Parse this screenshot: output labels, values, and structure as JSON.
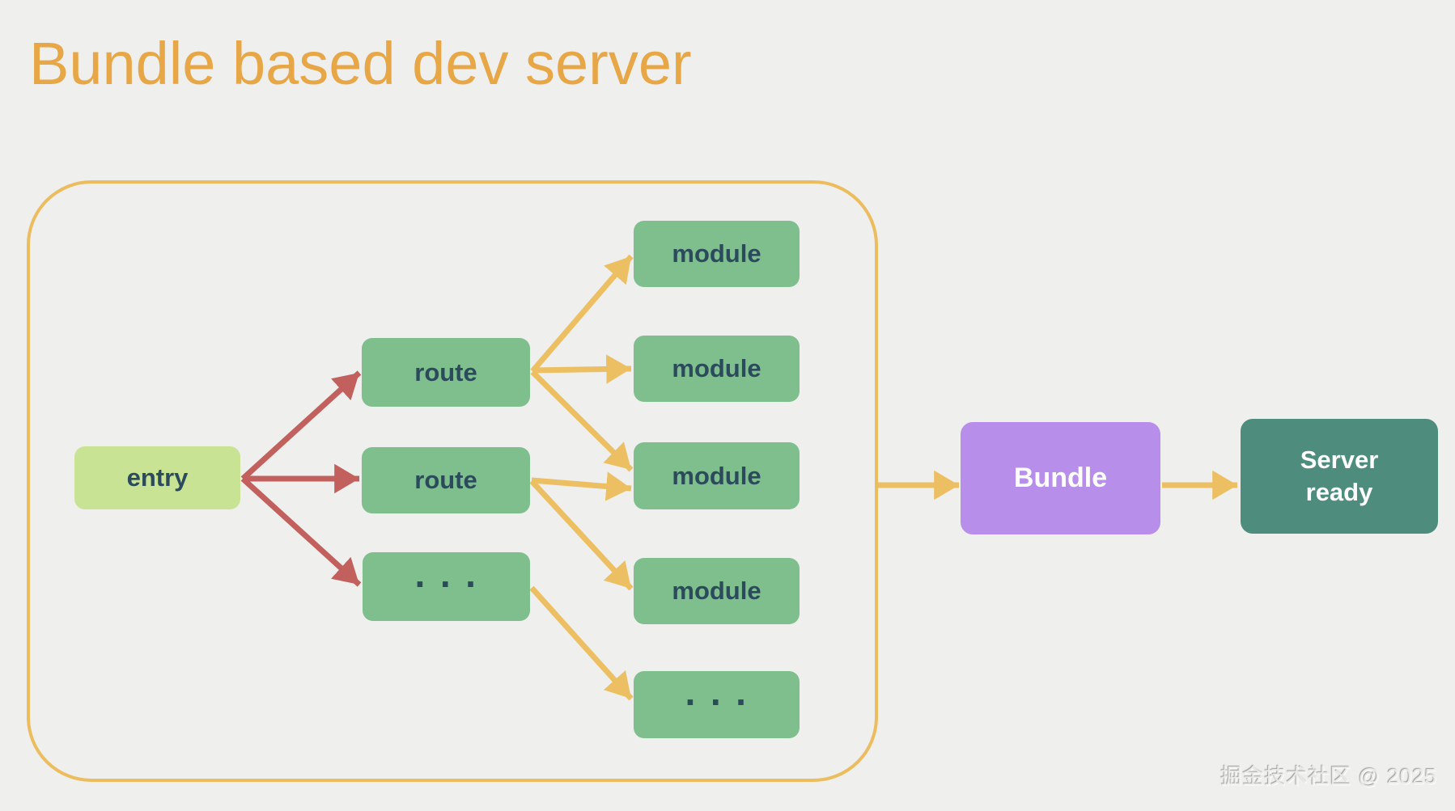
{
  "title": "Bundle based dev server",
  "watermark": "掘金技术社区 @ 2025",
  "colors": {
    "background": "#EFEFED",
    "title": "#E8A747",
    "container_border": "#ECBD5F",
    "entry_fill": "#C9E395",
    "node_fill": "#7FBE8D",
    "node_text": "#2B4B5C",
    "entry_arrows": "#C2605E",
    "module_arrows": "#EDBF63",
    "bundle_fill": "#B78FEA",
    "server_fill": "#4E8D7D",
    "bundle_text": "#FFFFFF"
  },
  "diagram": {
    "entry": {
      "label": "entry"
    },
    "routes": [
      {
        "label": "route"
      },
      {
        "label": "route"
      },
      {
        "label": "···"
      }
    ],
    "modules": [
      {
        "label": "module"
      },
      {
        "label": "module"
      },
      {
        "label": "module"
      },
      {
        "label": "module"
      },
      {
        "label": "···"
      }
    ],
    "bundle": {
      "label": "Bundle"
    },
    "server": {
      "line1": "Server",
      "line2": "ready"
    }
  }
}
